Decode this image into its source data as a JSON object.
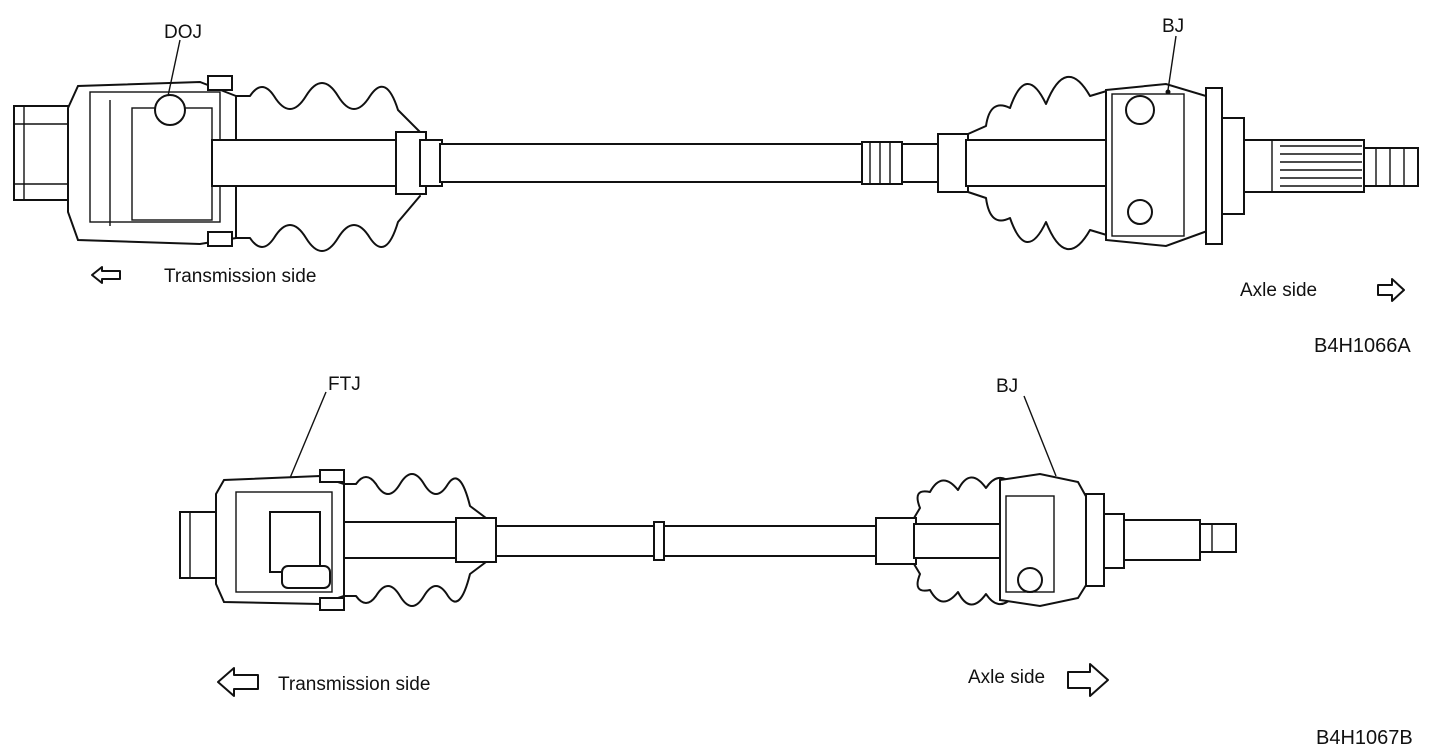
{
  "top_shaft": {
    "labels": {
      "inner_joint": "DOJ",
      "outer_joint": "BJ"
    },
    "transmission_side": "Transmission side",
    "axle_side": "Axle side",
    "figure_code": "B4H1066A"
  },
  "bottom_shaft": {
    "labels": {
      "inner_joint": "FTJ",
      "outer_joint": "BJ"
    },
    "transmission_side": "Transmission side",
    "axle_side": "Axle side",
    "figure_code": "B4H1067B"
  }
}
